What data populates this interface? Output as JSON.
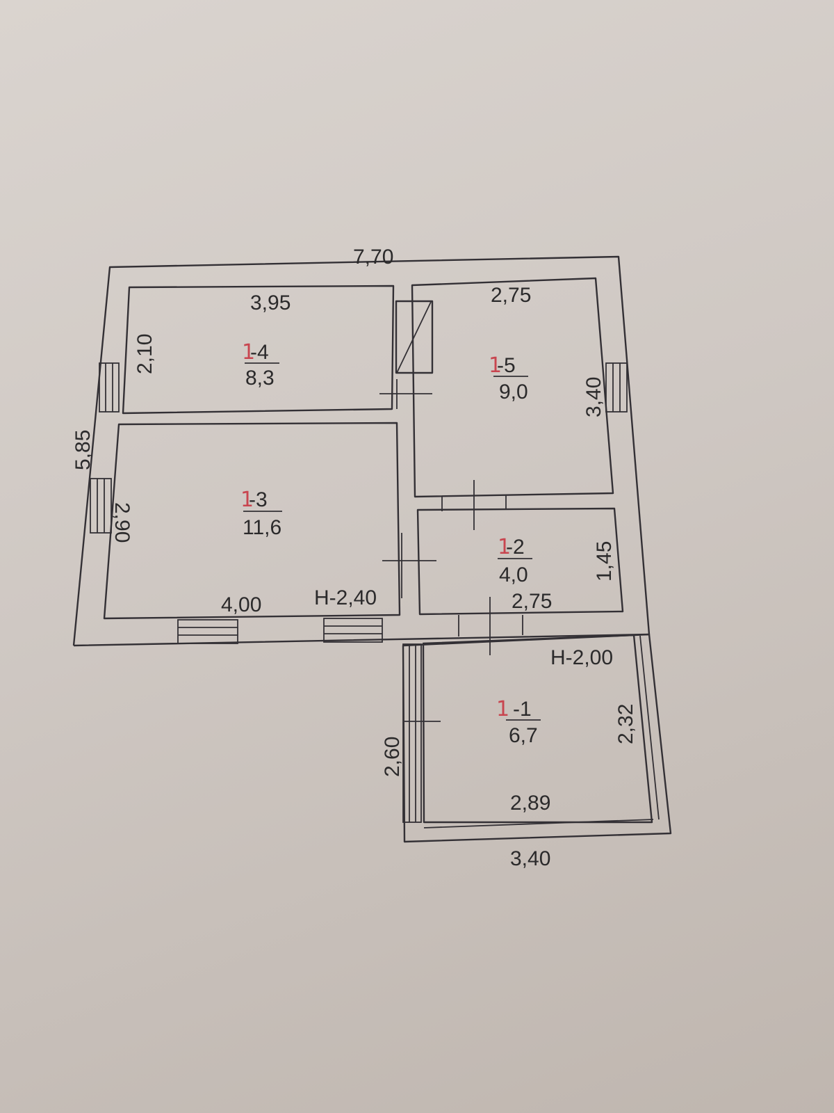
{
  "colors": {
    "ink": "#2b2a2b",
    "unit_mark": "#c8454f",
    "paper": "#d4cec9"
  },
  "rooms": [
    {
      "id": "room-1-4",
      "mark": "1",
      "number": "-4",
      "area": "8,3"
    },
    {
      "id": "room-1-5",
      "mark": "1",
      "number": "-5",
      "area": "9,0"
    },
    {
      "id": "room-1-3",
      "mark": "1",
      "number": "-3",
      "area": "11,6"
    },
    {
      "id": "room-1-2",
      "mark": "1",
      "number": "-2",
      "area": "4,0"
    },
    {
      "id": "room-1-1",
      "mark": "1",
      "number": "-1",
      "area": "6,7"
    }
  ],
  "dimensions": {
    "outer_top": "7,70",
    "outer_left": "5,85",
    "room4_width": "3,95",
    "room4_depth": "2,10",
    "room5_width": "2,75",
    "room5_depth": "3,40",
    "room3_depth": "2,90",
    "room3_width": "4,00",
    "room2_depth": "1,45",
    "room2_width": "2,75",
    "room1_depth": "2,60",
    "room1_side": "2,32",
    "room1_inner_width": "2,89",
    "room1_outer_width": "3,40"
  },
  "heights": {
    "main": "Н-2,40",
    "annex": "Н-2,00"
  }
}
